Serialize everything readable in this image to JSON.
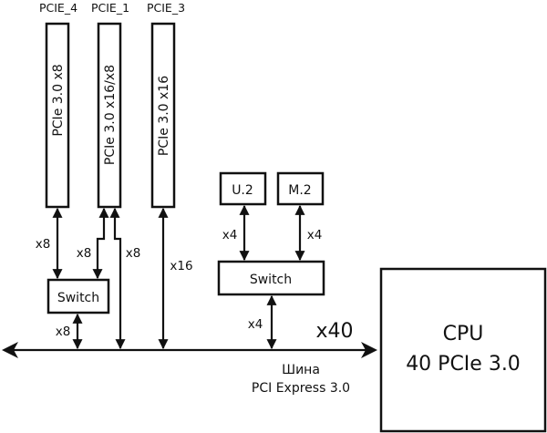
{
  "slots": [
    {
      "id": "PCIE_4",
      "label": "PCIE_4",
      "spec": "PCIe 3.0 x8"
    },
    {
      "id": "PCIE_1",
      "label": "PCIE_1",
      "spec": "PCIe 3.0 x16/x8"
    },
    {
      "id": "PCIE_3",
      "label": "PCIE_3",
      "spec": "PCIe 3.0 x16"
    }
  ],
  "devices": {
    "u2": "U.2",
    "m2": "M.2"
  },
  "switches": {
    "left": "Switch",
    "right": "Switch"
  },
  "links": {
    "pcie4_to_switch": "x8",
    "pcie1_to_switch": "x8",
    "pcie1_to_bus": "x8",
    "pcie3_to_bus": "x16",
    "left_switch_to_bus": "x8",
    "u2_to_switch": "x4",
    "m2_to_switch": "x4",
    "right_switch_to_bus": "x4",
    "bus_total": "x40"
  },
  "bus": {
    "line1": "Шина",
    "line2": "PCI Express 3.0"
  },
  "cpu": {
    "line1": "CPU",
    "line2": "40 PCIe 3.0"
  }
}
